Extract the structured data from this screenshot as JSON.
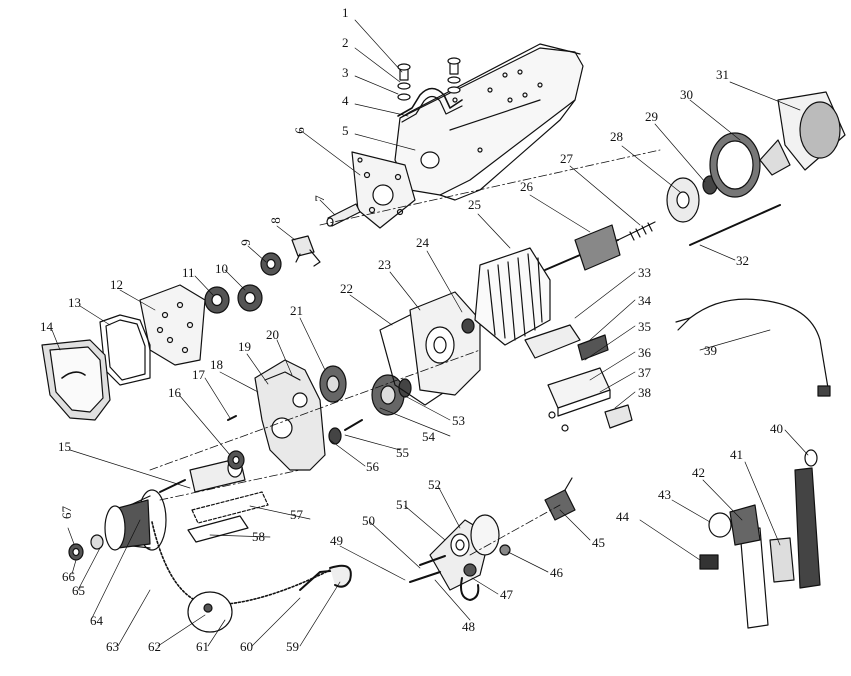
{
  "diagram": {
    "labels": [
      "1",
      "2",
      "3",
      "4",
      "5",
      "6",
      "7",
      "8",
      "9",
      "10",
      "11",
      "12",
      "13",
      "14",
      "15",
      "16",
      "17",
      "18",
      "19",
      "20",
      "21",
      "22",
      "23",
      "24",
      "25",
      "26",
      "27",
      "28",
      "29",
      "30",
      "31",
      "32",
      "33",
      "34",
      "35",
      "36",
      "37",
      "38",
      "39",
      "40",
      "41",
      "42",
      "43",
      "44",
      "45",
      "46",
      "47",
      "48",
      "49",
      "50",
      "51",
      "52",
      "53",
      "54",
      "55",
      "56",
      "57",
      "58",
      "59",
      "60",
      "61",
      "62",
      "63",
      "64",
      "65",
      "66",
      "67"
    ],
    "style": {
      "line_color": "#111111",
      "fill_light": "#f4f4f4",
      "fill_mid": "#d8d8d8",
      "fill_dark": "#555555"
    }
  }
}
